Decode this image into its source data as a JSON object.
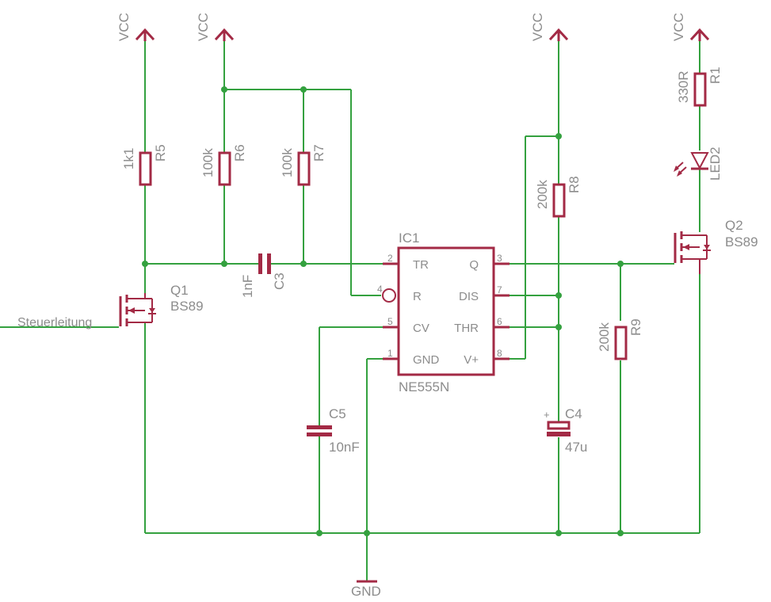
{
  "colors": {
    "wire": "#34a13f",
    "symbol": "#a32a45",
    "label": "#8c8c8c"
  },
  "power": {
    "vcc": "VCC",
    "gnd": "GND"
  },
  "signal": {
    "steuer": "Steuerleitung"
  },
  "parts": {
    "r5": {
      "name": "R5",
      "value": "1k1"
    },
    "r6": {
      "name": "R6",
      "value": "100k"
    },
    "r7": {
      "name": "R7",
      "value": "100k"
    },
    "r8": {
      "name": "R8",
      "value": "200k"
    },
    "r9": {
      "name": "R9",
      "value": "200k"
    },
    "r1": {
      "name": "R1",
      "value": "330R"
    },
    "c3": {
      "name": "C3",
      "value": "1nF"
    },
    "c5": {
      "name": "C5",
      "value": "10nF"
    },
    "c4": {
      "name": "C4",
      "value": "47u",
      "polarity": "+"
    },
    "led2": {
      "name": "LED2"
    },
    "q1": {
      "name": "Q1",
      "value": "BS89"
    },
    "q2": {
      "name": "Q2",
      "value": "BS89"
    },
    "ic1": {
      "name": "IC1",
      "value": "NE555N"
    }
  },
  "ic1_pins": {
    "tr": {
      "label": "TR",
      "num": "2"
    },
    "r": {
      "label": "R",
      "num": "4"
    },
    "cv": {
      "label": "CV",
      "num": "5"
    },
    "gnd": {
      "label": "GND",
      "num": "1"
    },
    "q": {
      "label": "Q",
      "num": "3"
    },
    "dis": {
      "label": "DIS",
      "num": "7"
    },
    "thr": {
      "label": "THR",
      "num": "6"
    },
    "vplus": {
      "label": "V+",
      "num": "8"
    }
  }
}
